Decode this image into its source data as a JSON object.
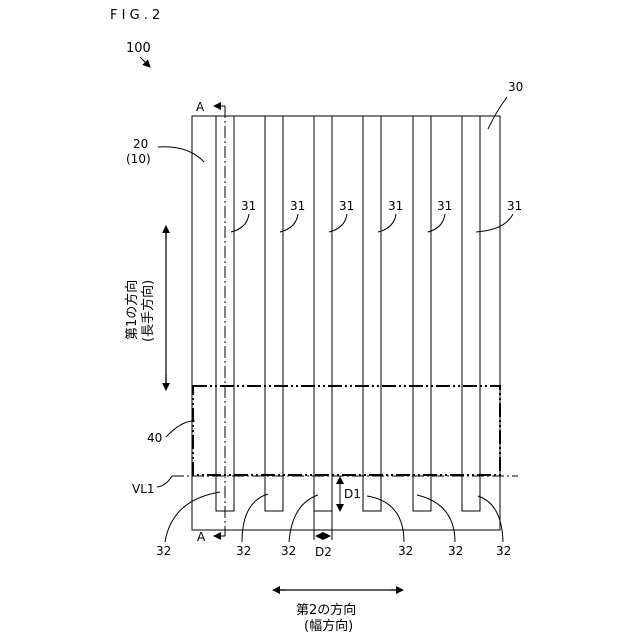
{
  "figure": {
    "title": "F I G . 2",
    "assembly_ref": "100",
    "ref_30": "30",
    "ref_20": "20",
    "ref_10": "(10)",
    "ref_40": "40",
    "ref_vl1": "VL1",
    "section_mark_a": "A",
    "finger_labels_31": [
      "31",
      "31",
      "31",
      "31",
      "31",
      "31"
    ],
    "finger_labels_32": [
      "32",
      "32",
      "32",
      "32",
      "32",
      "32"
    ],
    "dim_d1": "D1",
    "dim_d2": "D2",
    "dir1_line1": "第1の方向",
    "dir1_line2": "(長手方向)",
    "dir2_line1": "第2の方向",
    "dir2_line2": "(幅方向)"
  }
}
